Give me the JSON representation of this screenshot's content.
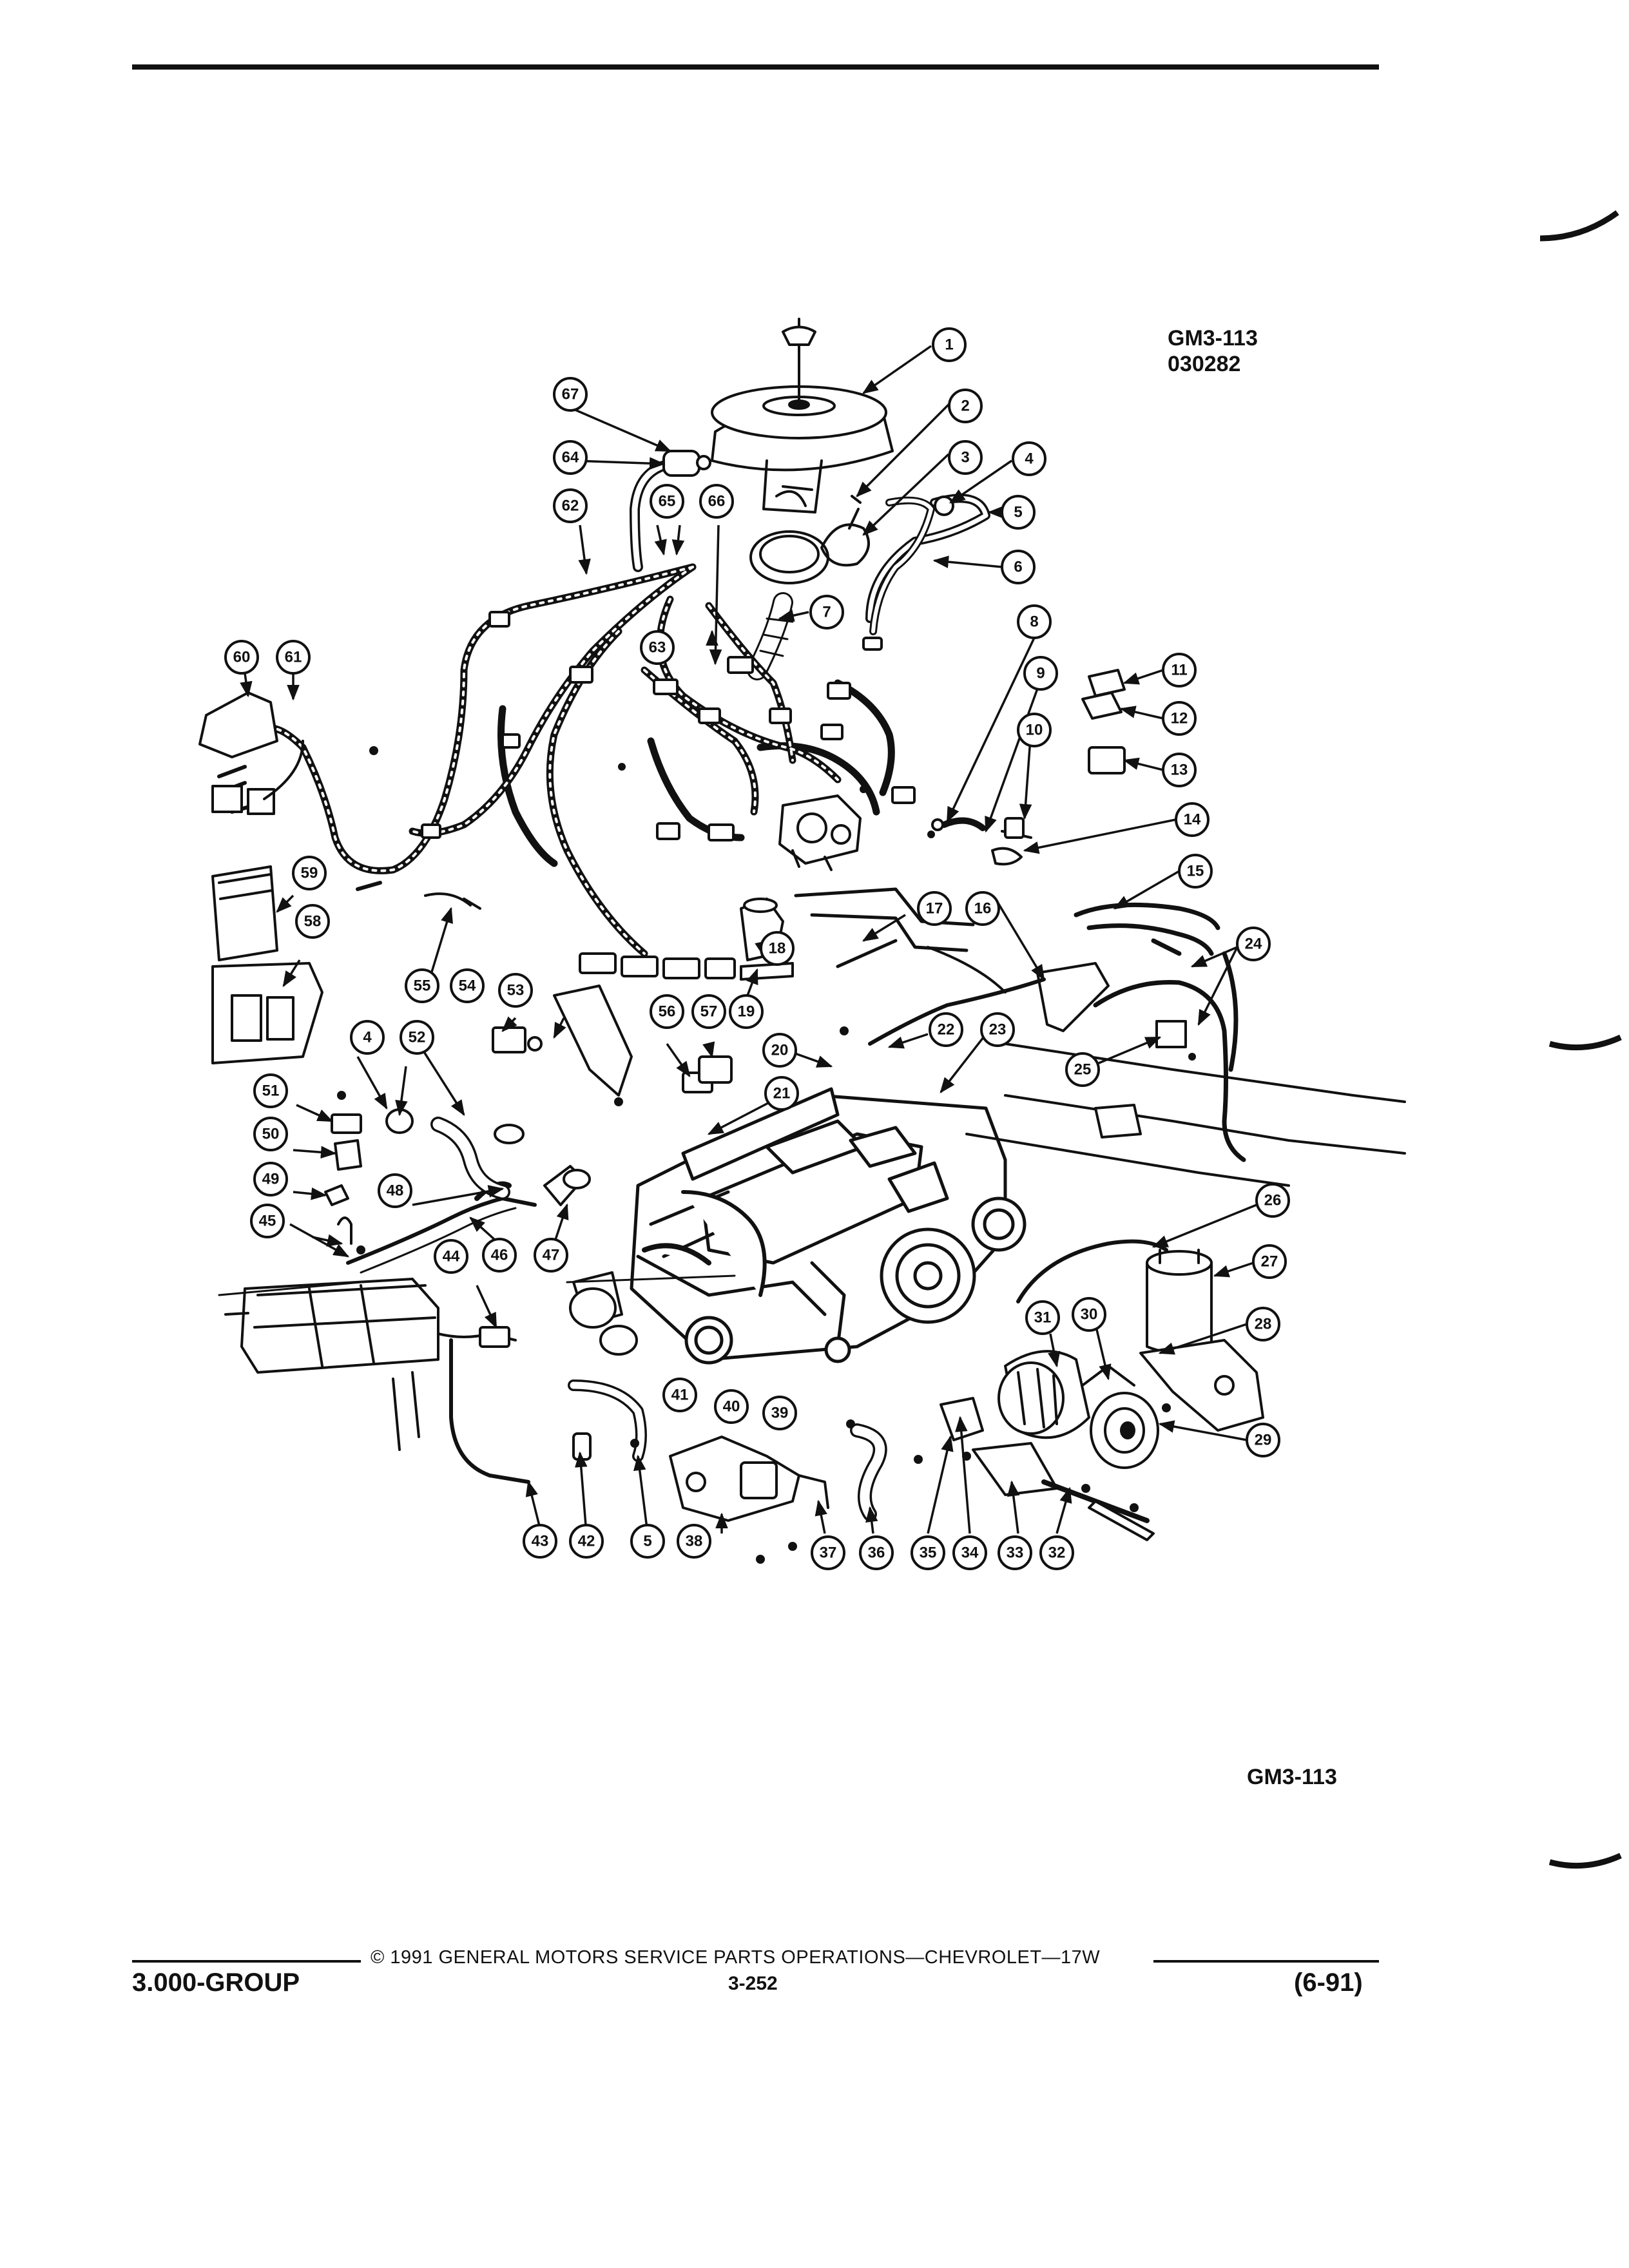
{
  "figure": {
    "code": "GM3-113",
    "number": "030282",
    "bottom_code": "GM3-113"
  },
  "callouts": {
    "c1": "1",
    "c2": "2",
    "c3": "3",
    "c4a": "4",
    "c5a": "5",
    "c6": "6",
    "c7": "7",
    "c8": "8",
    "c9": "9",
    "c10": "10",
    "c11": "11",
    "c12": "12",
    "c13": "13",
    "c14": "14",
    "c15": "15",
    "c16": "16",
    "c17": "17",
    "c18": "18",
    "c19": "19",
    "c20": "20",
    "c21": "21",
    "c22": "22",
    "c23": "23",
    "c24": "24",
    "c25": "25",
    "c26": "26",
    "c27": "27",
    "c28": "28",
    "c29": "29",
    "c30": "30",
    "c31": "31",
    "c32": "32",
    "c33": "33",
    "c34": "34",
    "c35": "35",
    "c36": "36",
    "c37": "37",
    "c38": "38",
    "c39": "39",
    "c40": "40",
    "c41": "41",
    "c42": "42",
    "c43": "43",
    "c44": "44",
    "c45": "45",
    "c46": "46",
    "c47": "47",
    "c48": "48",
    "c49": "49",
    "c50": "50",
    "c51": "51",
    "c52": "52",
    "c53": "53",
    "c54": "54",
    "c55": "55",
    "c56": "56",
    "c57": "57",
    "c58": "58",
    "c59": "59",
    "c60": "60",
    "c61": "61",
    "c62": "62",
    "c63": "63",
    "c64": "64",
    "c65": "65",
    "c66": "66",
    "c67": "67",
    "c4b": "4",
    "c5b": "5"
  },
  "footer": {
    "copyright": "© 1991 GENERAL MOTORS SERVICE PARTS OPERATIONS—CHEVROLET—17W",
    "group": "3.000-GROUP",
    "page": "3-252",
    "date": "(6-91)"
  }
}
